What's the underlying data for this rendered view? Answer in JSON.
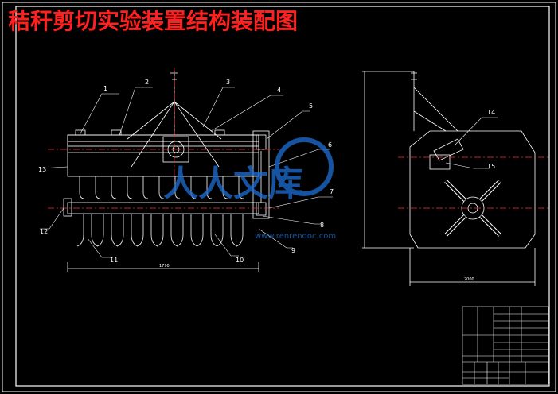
{
  "title": "秸秆剪切实验装置结构装配图",
  "callouts": [
    "1",
    "2",
    "3",
    "4",
    "5",
    "6",
    "7",
    "8",
    "9",
    "10",
    "11",
    "12",
    "13",
    "14",
    "15"
  ],
  "dimensions": {
    "front_overall_length": "1790",
    "side_overall_width": "2000"
  },
  "watermark": {
    "glyphs": "人人文库",
    "url": "www.renrendoc.com"
  },
  "colors": {
    "background": "#000000",
    "lines": "#ffffff",
    "title": "#ff2020",
    "centerline": "#ff3030",
    "watermark": "#1e6fd6"
  }
}
